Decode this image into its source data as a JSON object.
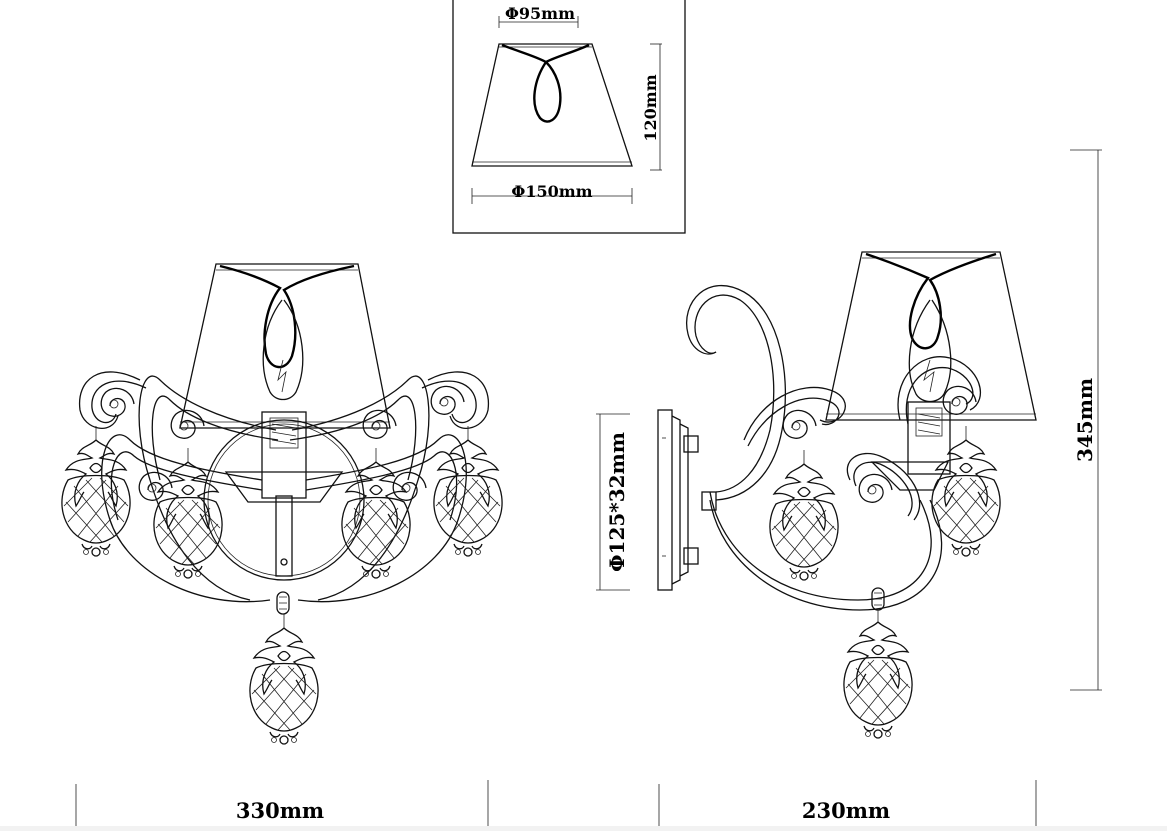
{
  "shade_detail": {
    "top_diameter": "Φ95mm",
    "bottom_diameter": "Φ150mm",
    "height": "120mm"
  },
  "wall_plate": {
    "size": "Φ125*32mm"
  },
  "overall": {
    "height": "345mm",
    "width": "330mm",
    "depth": "230mm"
  },
  "colors": {
    "line": "#111111",
    "background": "#ffffff"
  }
}
